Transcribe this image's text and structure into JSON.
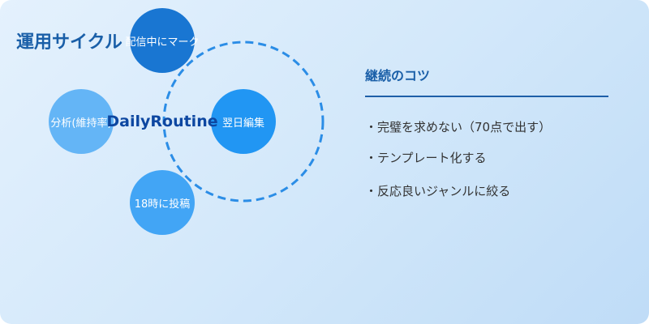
{
  "title": "運用サイクル",
  "center_label": "DailyRoutine",
  "nodes": [
    {
      "label": "配信中にマーク",
      "color": "#1976d2"
    },
    {
      "label": "翌日編集",
      "color": "#2196f3"
    },
    {
      "label": "18時に投稿",
      "color": "#42a5f5"
    },
    {
      "label": "分析(維持率)",
      "color": "#64b5f6"
    }
  ],
  "tips": {
    "heading": "継続のコツ",
    "items": [
      "・完璧を求めない（70点で出す）",
      "・テンプレート化する",
      "・反応良いジャンルに絞る"
    ]
  }
}
